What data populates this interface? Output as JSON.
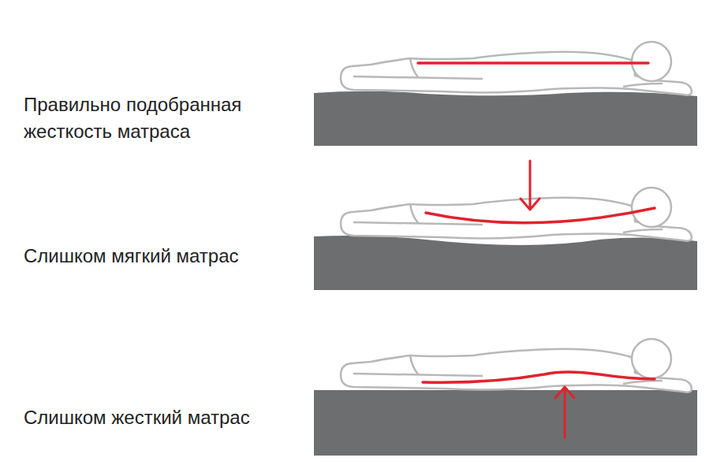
{
  "diagram": {
    "labels": [
      "Правильно подобранная жесткость матраса",
      "Слишком мягкий матрас",
      "Слишком жесткий матрас"
    ]
  }
}
